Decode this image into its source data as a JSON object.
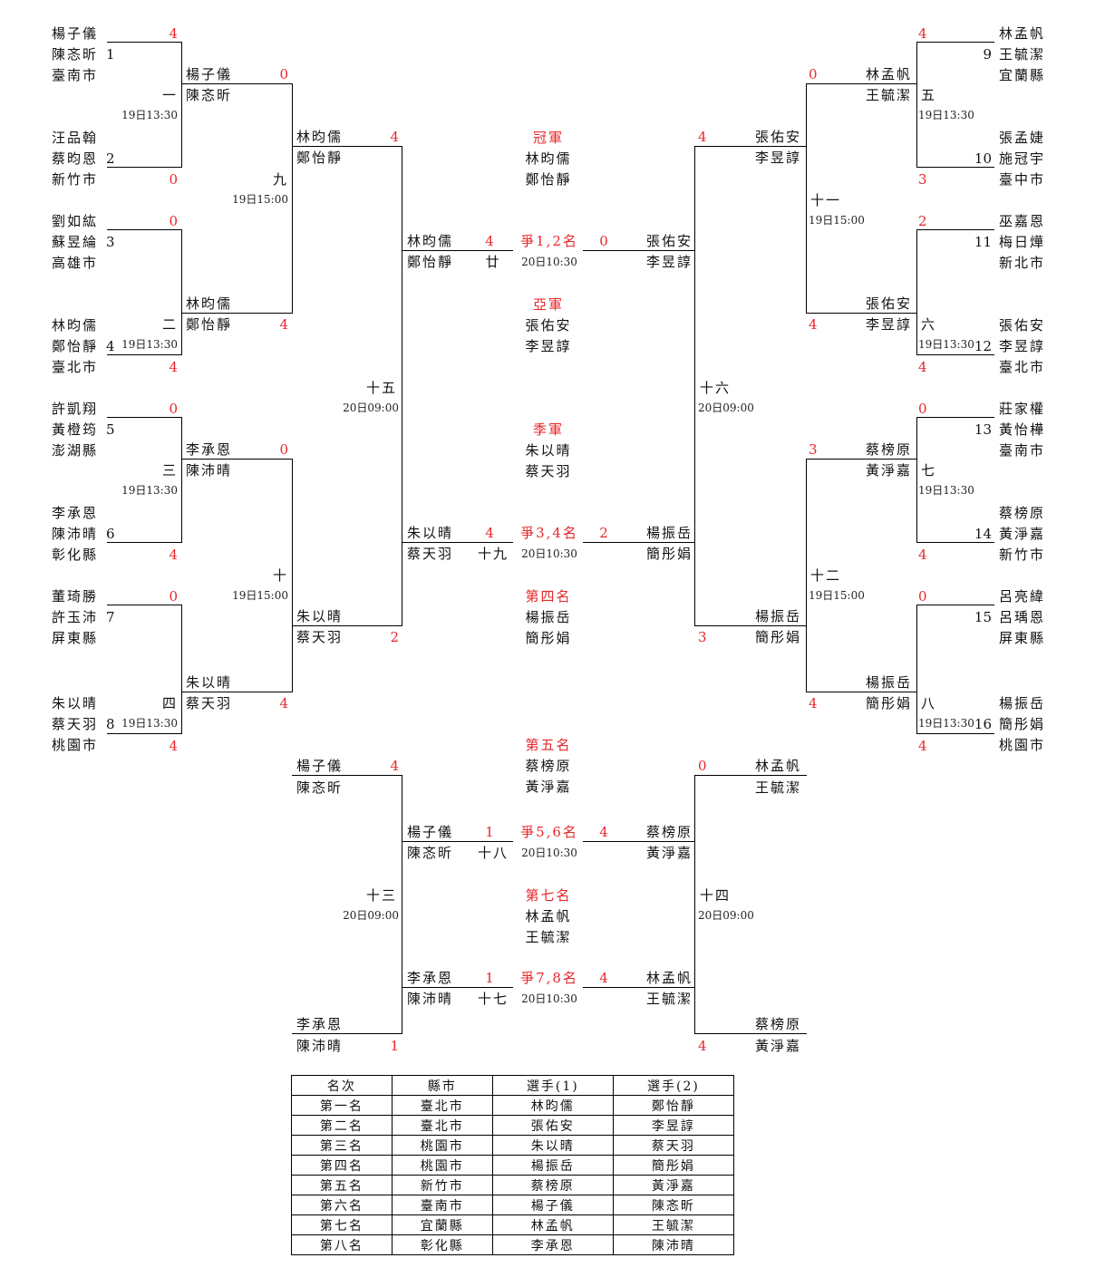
{
  "left_r1": [
    {
      "seed": "1",
      "p1": "楊子儀",
      "p2": "陳忞昕",
      "city": "臺南市",
      "score": "4"
    },
    {
      "seed": "2",
      "p1": "汪品翰",
      "p2": "蔡昀恩",
      "city": "新竹市",
      "score": "0"
    },
    {
      "seed": "3",
      "p1": "劉如紘",
      "p2": "蘇昱綸",
      "city": "高雄市",
      "score": "0"
    },
    {
      "seed": "4",
      "p1": "林昀儒",
      "p2": "鄭怡靜",
      "city": "臺北市",
      "score": "4"
    },
    {
      "seed": "5",
      "p1": "許凱翔",
      "p2": "黃橙筠",
      "city": "澎湖縣",
      "score": "0"
    },
    {
      "seed": "6",
      "p1": "李承恩",
      "p2": "陳沛晴",
      "city": "彰化縣",
      "score": "4"
    },
    {
      "seed": "7",
      "p1": "董琦勝",
      "p2": "許玉沛",
      "city": "屏東縣",
      "score": "0"
    },
    {
      "seed": "8",
      "p1": "朱以晴",
      "p2": "蔡天羽",
      "city": "桃園市",
      "score": "4"
    }
  ],
  "right_r1": [
    {
      "seed": "9",
      "p1": "林孟帆",
      "p2": "王毓潔",
      "city": "宜蘭縣",
      "score": "4"
    },
    {
      "seed": "10",
      "p1": "張孟婕",
      "p2": "施冠宇",
      "city": "臺中市",
      "score": "3"
    },
    {
      "seed": "11",
      "p1": "巫嘉恩",
      "p2": "梅日燁",
      "city": "新北市",
      "score": "2"
    },
    {
      "seed": "12",
      "p1": "張佑安",
      "p2": "李昱諄",
      "city": "臺北市",
      "score": "4"
    },
    {
      "seed": "13",
      "p1": "莊家權",
      "p2": "黃怡樺",
      "city": "臺南市",
      "score": "0"
    },
    {
      "seed": "14",
      "p1": "蔡榜原",
      "p2": "黃淨嘉",
      "city": "新竹市",
      "score": "4"
    },
    {
      "seed": "15",
      "p1": "呂亮緯",
      "p2": "呂瑀恩",
      "city": "屏東縣",
      "score": "0"
    },
    {
      "seed": "16",
      "p1": "楊振岳",
      "p2": "簡彤娟",
      "city": "桃園市",
      "score": "4"
    }
  ],
  "r1_matches": [
    {
      "no": "一",
      "time": "19日13:30"
    },
    {
      "no": "二",
      "time": "19日13:30"
    },
    {
      "no": "三",
      "time": "19日13:30"
    },
    {
      "no": "四",
      "time": "19日13:30"
    },
    {
      "no": "五",
      "time": "19日13:30"
    },
    {
      "no": "六",
      "time": "19日13:30"
    },
    {
      "no": "七",
      "time": "19日13:30"
    },
    {
      "no": "八",
      "time": "19日13:30"
    }
  ],
  "left_r2": [
    {
      "p1": "楊子儀",
      "p2": "陳忞昕",
      "score": "0"
    },
    {
      "p1": "林昀儒",
      "p2": "鄭怡靜",
      "score": "4"
    },
    {
      "p1": "李承恩",
      "p2": "陳沛晴",
      "score": "0"
    },
    {
      "p1": "朱以晴",
      "p2": "蔡天羽",
      "score": "4"
    }
  ],
  "right_r2": [
    {
      "p1": "林孟帆",
      "p2": "王毓潔",
      "score": "0"
    },
    {
      "p1": "張佑安",
      "p2": "李昱諄",
      "score": "4"
    },
    {
      "p1": "蔡榜原",
      "p2": "黃淨嘉",
      "score": "3"
    },
    {
      "p1": "楊振岳",
      "p2": "簡彤娟",
      "score": "4"
    }
  ],
  "r2_matches": [
    {
      "no": "九",
      "time": "19日15:00"
    },
    {
      "no": "十",
      "time": "19日15:00"
    },
    {
      "no": "十一",
      "time": "19日15:00"
    },
    {
      "no": "十二",
      "time": "19日15:00"
    }
  ],
  "left_r3": [
    {
      "p1": "林昀儒",
      "p2": "鄭怡靜",
      "score": "4"
    },
    {
      "p1": "朱以晴",
      "p2": "蔡天羽",
      "score": "2"
    }
  ],
  "right_r3": [
    {
      "p1": "張佑安",
      "p2": "李昱諄",
      "score": "4"
    },
    {
      "p1": "楊振岳",
      "p2": "簡彤娟",
      "score": "3"
    }
  ],
  "semi_matches": [
    {
      "no": "十五",
      "time": "20日09:00"
    },
    {
      "no": "十六",
      "time": "20日09:00"
    }
  ],
  "final_12": {
    "label": "爭1,2名",
    "time": "20日10:30",
    "no": "廿",
    "left": {
      "p1": "林昀儒",
      "p2": "鄭怡靜",
      "score": "4"
    },
    "right": {
      "p1": "張佑安",
      "p2": "李昱諄",
      "score": "0"
    }
  },
  "final_34": {
    "label": "爭3,4名",
    "time": "20日10:30",
    "no": "十九",
    "left": {
      "p1": "朱以晴",
      "p2": "蔡天羽",
      "score": "4"
    },
    "right": {
      "p1": "楊振岳",
      "p2": "簡彤娟",
      "score": "2"
    }
  },
  "awards": {
    "champion": {
      "title": "冠軍",
      "p1": "林昀儒",
      "p2": "鄭怡靜"
    },
    "runner_up": {
      "title": "亞軍",
      "p1": "張佑安",
      "p2": "李昱諄"
    },
    "third": {
      "title": "季軍",
      "p1": "朱以晴",
      "p2": "蔡天羽"
    },
    "fourth": {
      "title": "第四名",
      "p1": "楊振岳",
      "p2": "簡彤娟"
    },
    "fifth": {
      "title": "第五名",
      "p1": "蔡榜原",
      "p2": "黃淨嘉"
    },
    "seventh": {
      "title": "第七名",
      "p1": "林孟帆",
      "p2": "王毓潔"
    }
  },
  "consolation": {
    "left_top": {
      "p1": "楊子儀",
      "p2": "陳忞昕",
      "score": "4"
    },
    "left_bottom": {
      "p1": "李承恩",
      "p2": "陳沛晴",
      "score": "1"
    },
    "right_top": {
      "p1": "林孟帆",
      "p2": "王毓潔",
      "score": "0"
    },
    "right_bottom": {
      "p1": "蔡榜原",
      "p2": "黃淨嘉",
      "score": "4"
    },
    "m13": {
      "no": "十三",
      "time": "20日09:00"
    },
    "m14": {
      "no": "十四",
      "time": "20日09:00"
    },
    "final_56": {
      "label": "爭5,6名",
      "time": "20日10:30",
      "no": "十八",
      "left": {
        "p1": "楊子儀",
        "p2": "陳忞昕",
        "score": "1"
      },
      "right": {
        "p1": "蔡榜原",
        "p2": "黃淨嘉",
        "score": "4"
      }
    },
    "final_78": {
      "label": "爭7,8名",
      "time": "20日10:30",
      "no": "十七",
      "left": {
        "p1": "李承恩",
        "p2": "陳沛晴",
        "score": "1"
      },
      "right": {
        "p1": "林孟帆",
        "p2": "王毓潔",
        "score": "4"
      }
    }
  },
  "ranking_table": {
    "headers": [
      "名次",
      "縣市",
      "選手(1)",
      "選手(2)"
    ],
    "rows": [
      [
        "第一名",
        "臺北市",
        "林昀儒",
        "鄭怡靜"
      ],
      [
        "第二名",
        "臺北市",
        "張佑安",
        "李昱諄"
      ],
      [
        "第三名",
        "桃園市",
        "朱以晴",
        "蔡天羽"
      ],
      [
        "第四名",
        "桃園市",
        "楊振岳",
        "簡彤娟"
      ],
      [
        "第五名",
        "新竹市",
        "蔡榜原",
        "黃淨嘉"
      ],
      [
        "第六名",
        "臺南市",
        "楊子儀",
        "陳忞昕"
      ],
      [
        "第七名",
        "宜蘭縣",
        "林孟帆",
        "王毓潔"
      ],
      [
        "第八名",
        "彰化縣",
        "李承恩",
        "陳沛晴"
      ]
    ]
  }
}
